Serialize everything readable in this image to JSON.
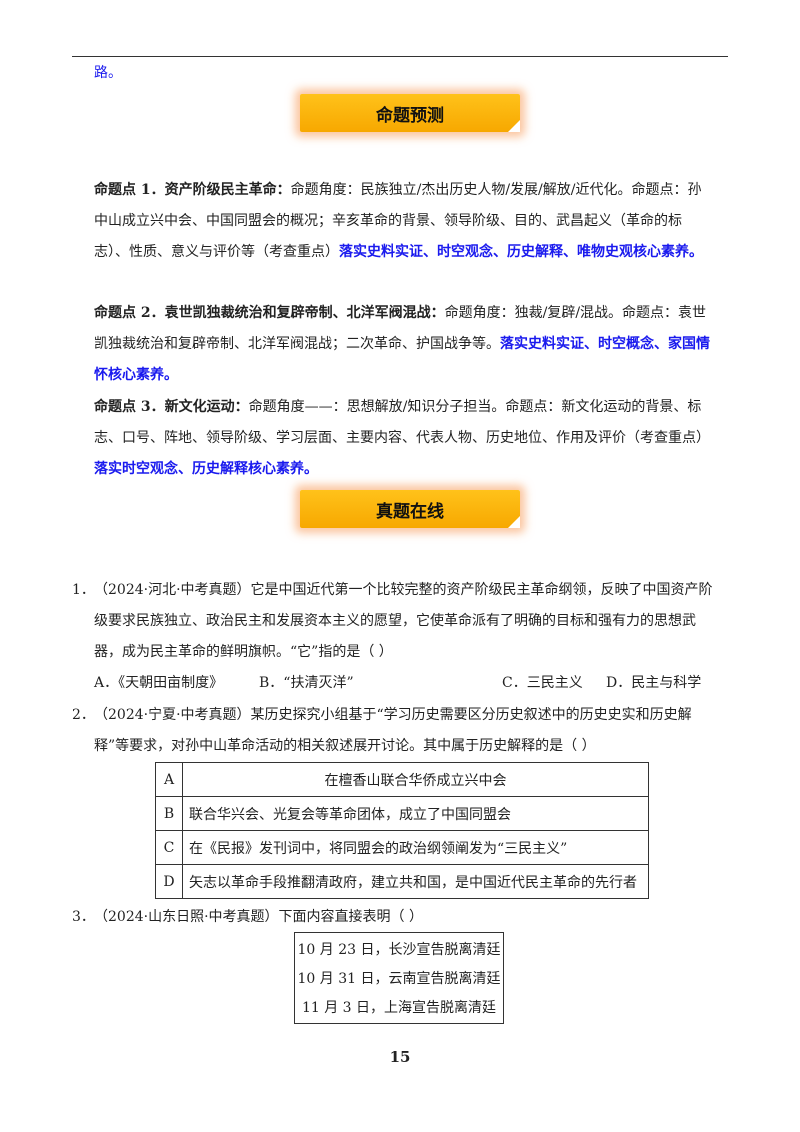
{
  "continuation": "路。",
  "banners": {
    "forecast": "命题预测",
    "real": "真题在线"
  },
  "points": [
    {
      "head": "命题点 1．资产阶级民主革命：",
      "text": "命题角度：民族独立/杰出历史人物/发展/解放/近代化。命题点：孙中山成立兴中会、中国同盟会的概况；辛亥革命的背景、领导阶级、目的、武昌起义（革命的标志）、性质、意义与评价等（考查重点）",
      "emph": "落实史料实证、时空观念、历史解释、唯物史观核心素养。"
    },
    {
      "head": "命题点 2．袁世凯独裁统治和复辟帝制、北洋军阀混战：",
      "text": "命题角度：独裁/复辟/混战。命题点：袁世凯独裁统治和复辟帝制、北洋军阀混战；二次革命、护国战争等。",
      "emph": "落实史料实证、时空概念、家国情怀核心素养。"
    },
    {
      "head": "命题点 3．新文化运动：",
      "text": "命题角度——：思想解放/知识分子担当。命题点：新文化运动的背景、标志、口号、阵地、领导阶级、学习层面、主要内容、代表人物、历史地位、作用及评价（考查重点）",
      "emph": "落实时空观念、历史解释核心素养。"
    }
  ],
  "q1": {
    "num": "1．",
    "text": "（2024·河北·中考真题）它是中国近代第一个比较完整的资产阶级民主革命纲领，反映了中国资产阶级要求民族独立、政治民主和发展资本主义的愿望，它使革命派有了明确的目标和强有力的思想武器，成为民主革命的鲜明旗帜。“它”指的是（    ）",
    "options": [
      "A．《天朝田亩制度》",
      "B．“扶清灭洋”",
      "C．三民主义",
      "D．民主与科学"
    ]
  },
  "q2": {
    "num": "2．",
    "text": "（2024·宁夏·中考真题）某历史探究小组基于“学习历史需要区分历史叙述中的历史史实和历史解释”等要求，对孙中山革命活动的相关叙述展开讨论。其中属于历史解释的是（    ）",
    "rows": [
      {
        "key": "A",
        "val": "在檀香山联合华侨成立兴中会"
      },
      {
        "key": "B",
        "val": "联合华兴会、光复会等革命团体，成立了中国同盟会"
      },
      {
        "key": "C",
        "val": "在《民报》发刊词中，将同盟会的政治纲领阐发为“三民主义”"
      },
      {
        "key": "D",
        "val": "矢志以革命手段推翻清政府，建立共和国，是中国近代民主革命的先行者"
      }
    ]
  },
  "q3": {
    "num": "3．",
    "text": "（2024·山东日照·中考真题）下面内容直接表明（    ）",
    "box": [
      "10 月 23 日，长沙宣告脱离清廷",
      "10 月 31 日，云南宣告脱离清廷",
      "11 月 3 日，上海宣告脱离清廷"
    ]
  },
  "page_number": "15"
}
